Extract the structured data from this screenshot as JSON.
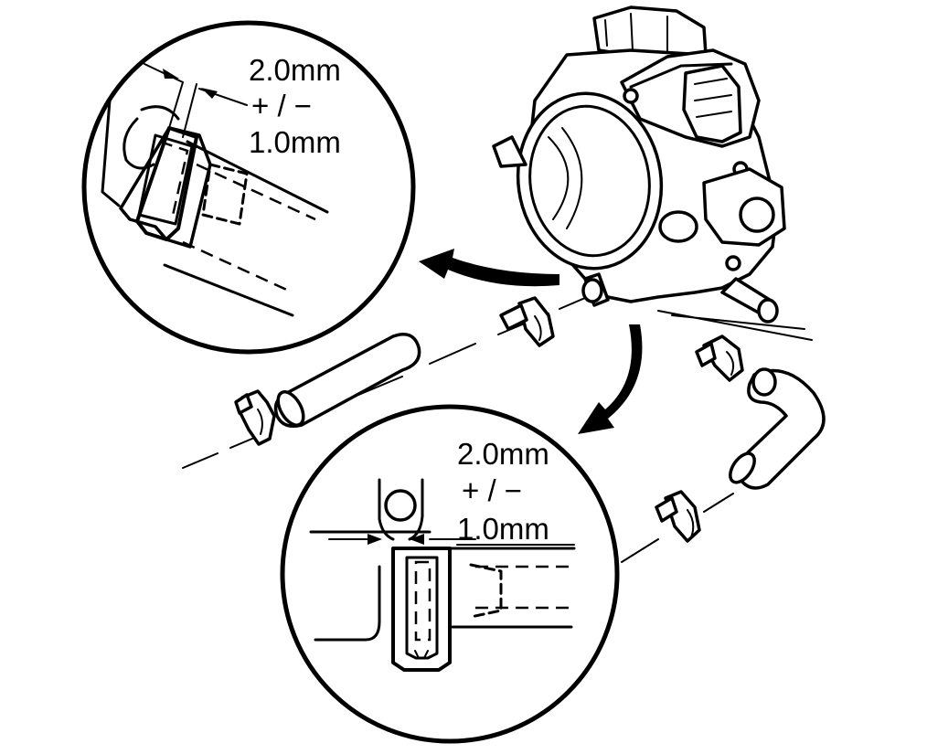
{
  "callouts": {
    "upper": {
      "line1": "2.0mm",
      "line2": "+ / −",
      "line3": "1.0mm"
    },
    "lower": {
      "line1": "2.0mm",
      "line2": "+ / −",
      "line3": "1.0mm"
    }
  },
  "icons": [
    "throttle-body",
    "coolant-hose",
    "hose-clamp",
    "curved-arrow"
  ]
}
